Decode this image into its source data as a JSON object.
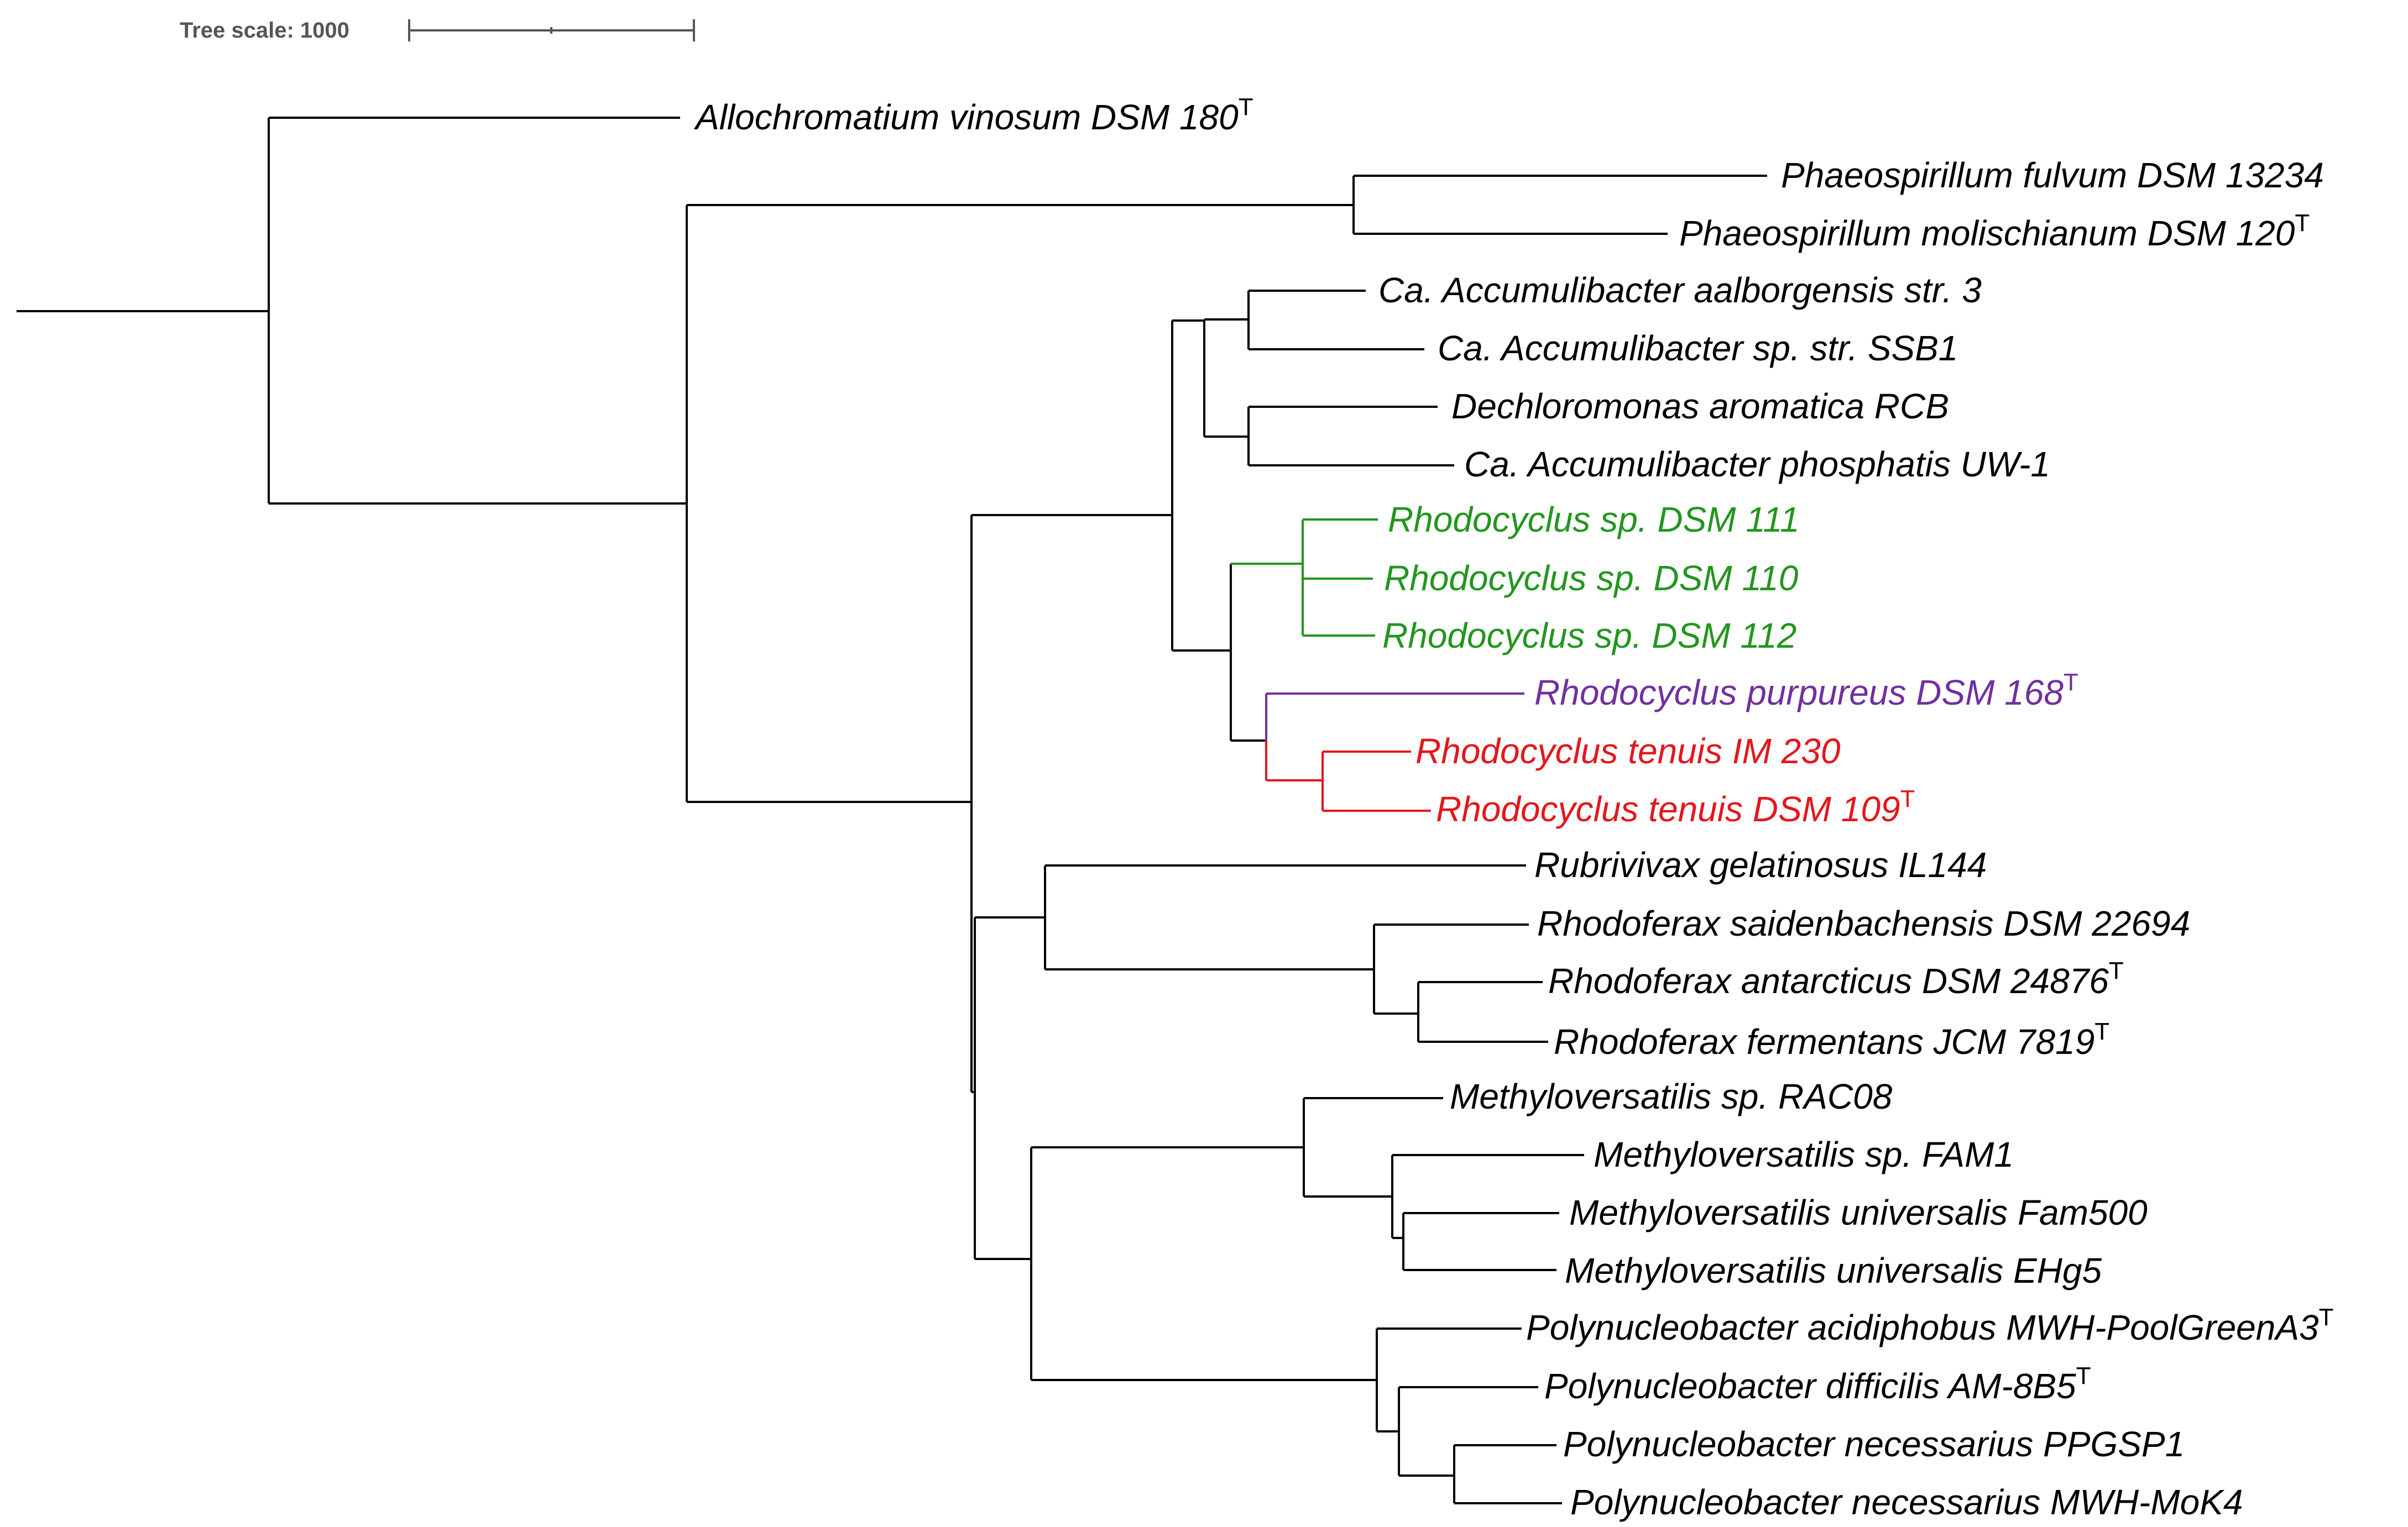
{
  "scale_bar": {
    "label": "Tree scale: 1000"
  },
  "colors": {
    "default": "#000000",
    "green": "#22961e",
    "purple": "#7030a0",
    "red": "#e3171b"
  },
  "taxa": [
    {
      "name": "Allochromatium vinosum DSM 180",
      "type_strain": true,
      "color": "default"
    },
    {
      "name": "Phaeospirillum fulvum DSM 13234",
      "type_strain": false,
      "color": "default"
    },
    {
      "name": "Phaeospirillum molischianum DSM 120",
      "type_strain": true,
      "color": "default"
    },
    {
      "name": "Ca. Accumulibacter aalborgensis str. 3",
      "type_strain": false,
      "color": "default"
    },
    {
      "name": "Ca. Accumulibacter sp. str. SSB1",
      "type_strain": false,
      "color": "default"
    },
    {
      "name": "Dechloromonas aromatica RCB",
      "type_strain": false,
      "color": "default"
    },
    {
      "name": "Ca. Accumulibacter phosphatis UW-1",
      "type_strain": false,
      "color": "default"
    },
    {
      "name": "Rhodocyclus sp. DSM 111",
      "type_strain": false,
      "color": "green"
    },
    {
      "name": "Rhodocyclus sp. DSM 110",
      "type_strain": false,
      "color": "green"
    },
    {
      "name": "Rhodocyclus sp. DSM 112",
      "type_strain": false,
      "color": "green"
    },
    {
      "name": "Rhodocyclus purpureus DSM 168",
      "type_strain": true,
      "color": "purple"
    },
    {
      "name": "Rhodocyclus tenuis IM 230",
      "type_strain": false,
      "color": "red"
    },
    {
      "name": "Rhodocyclus tenuis DSM 109",
      "type_strain": true,
      "color": "red"
    },
    {
      "name": "Rubrivivax gelatinosus IL144",
      "type_strain": false,
      "color": "default"
    },
    {
      "name": "Rhodoferax saidenbachensis DSM 22694",
      "type_strain": false,
      "color": "default"
    },
    {
      "name": "Rhodoferax antarcticus DSM 24876",
      "type_strain": true,
      "color": "default"
    },
    {
      "name": "Rhodoferax fermentans JCM 7819",
      "type_strain": true,
      "color": "default"
    },
    {
      "name": "Methyloversatilis sp. RAC08",
      "type_strain": false,
      "color": "default"
    },
    {
      "name": "Methyloversatilis sp. FAM1",
      "type_strain": false,
      "color": "default"
    },
    {
      "name": "Methyloversatilis universalis Fam500",
      "type_strain": false,
      "color": "default"
    },
    {
      "name": "Methyloversatilis universalis EHg5",
      "type_strain": false,
      "color": "default"
    },
    {
      "name": "Polynucleobacter acidiphobus MWH-PoolGreenA3",
      "type_strain": true,
      "color": "default"
    },
    {
      "name": "Polynucleobacter difficilis AM-8B5",
      "type_strain": true,
      "color": "default"
    },
    {
      "name": "Polynucleobacter necessarius PPGSP1",
      "type_strain": false,
      "color": "default"
    },
    {
      "name": "Polynucleobacter necessarius MWH-MoK4",
      "type_strain": false,
      "color": "default"
    }
  ],
  "type_strain_mark": "T"
}
